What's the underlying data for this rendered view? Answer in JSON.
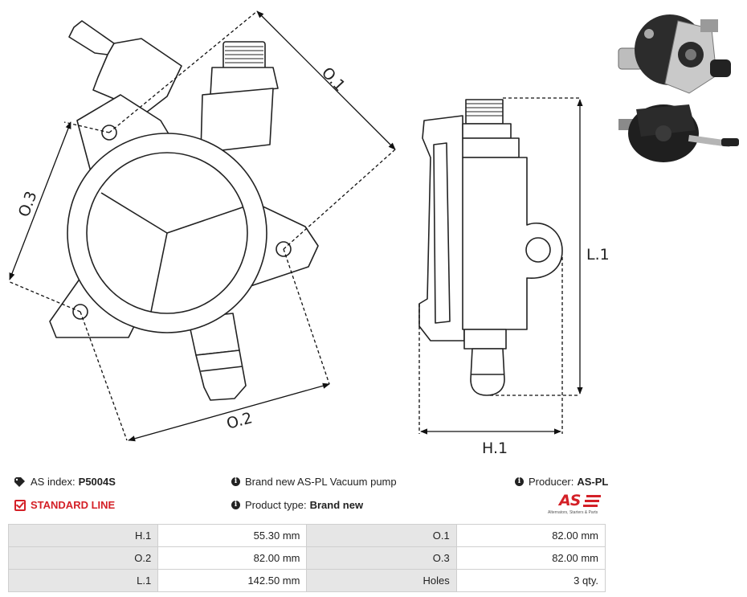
{
  "dimensions": {
    "o1": "O.1",
    "o2": "O.2",
    "o3": "O.3",
    "h1": "H.1",
    "l1": "L.1"
  },
  "photos": {
    "top": "vacuum-pump-photo-top",
    "bottom": "vacuum-pump-photo-bottom"
  },
  "info": {
    "as_index_label": "AS index:",
    "as_index_value": "P5004S",
    "standard_line": "STANDARD LINE",
    "description": "Brand new AS-PL Vacuum pump",
    "product_type_label": "Product type:",
    "product_type_value": "Brand new",
    "producer_label": "Producer:",
    "producer_value": "AS-PL",
    "logo_text": "AS",
    "logo_tagline": "Alternators, Starters & Parts"
  },
  "specs": [
    {
      "label1": "H.1",
      "value1": "55.30 mm",
      "label2": "O.1",
      "value2": "82.00 mm"
    },
    {
      "label1": "O.2",
      "value1": "82.00 mm",
      "label2": "O.3",
      "value2": "82.00 mm"
    },
    {
      "label1": "L.1",
      "value1": "142.50 mm",
      "label2": "Holes",
      "value2": "3 qty."
    }
  ],
  "colors": {
    "accent": "#d42027",
    "table_label_bg": "#e6e6e6",
    "table_border": "#cfcfcf"
  }
}
